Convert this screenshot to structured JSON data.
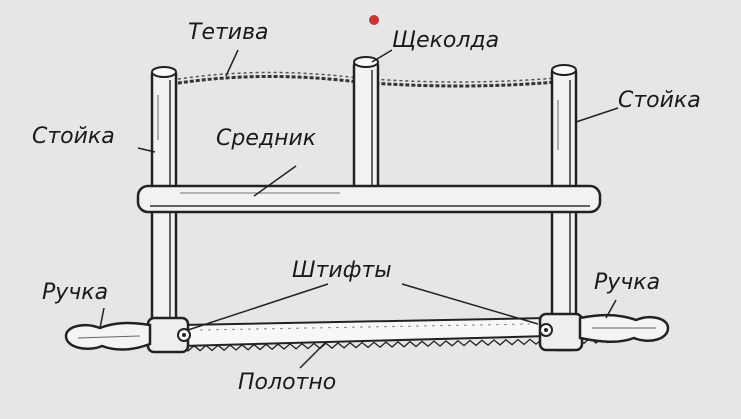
{
  "labels": {
    "tetiva": "Тетива",
    "shchekolda": "Щеколда",
    "stoyka_left": "Стойка",
    "stoyka_right": "Стойка",
    "srednik": "Средник",
    "ruchka_left": "Ручка",
    "ruchka_right": "Ручка",
    "shtifty": "Штифты",
    "polotno": "Полотно"
  }
}
